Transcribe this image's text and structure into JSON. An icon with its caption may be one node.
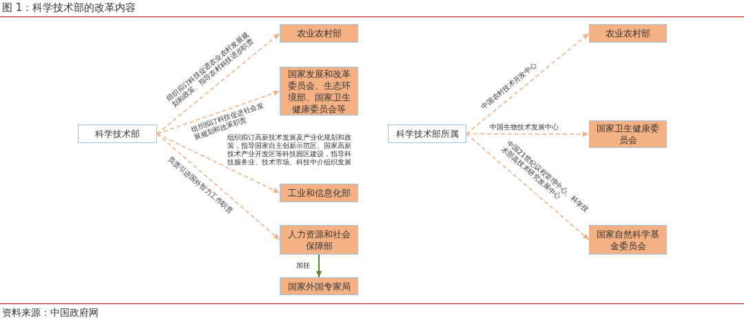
{
  "diagram": {
    "title": "图 1：科学技术部的改革内容",
    "caption": "资料来源：中国政府网",
    "nodes": [
      {
        "text": [
          "科学技术部"
        ]
      },
      {
        "text": [
          "农业农村部"
        ]
      },
      {
        "text": [
          "国家发展和改革委员会、生态环境部、国家卫生健康委员会等"
        ]
      },
      {
        "text": [
          "工业和信息化部"
        ]
      },
      {
        "text": [
          "人力资源和社会保障部"
        ]
      },
      {
        "text": [
          "国家外国专家局"
        ]
      },
      {
        "text": [
          "科学技术部所属"
        ]
      },
      {
        "text": [
          "农业农村部"
        ]
      },
      {
        "text": [
          "国家卫生健康委员会"
        ]
      },
      {
        "text": [
          "国家自然科学基金委员会"
        ]
      }
    ],
    "edges": [
      {
        "from": 0,
        "to": 1,
        "arrow": "to",
        "label": "组织拟订科技促进农业农村发展规划和政策、指导农村科技进步职责",
        "style": "dashed"
      },
      {
        "from": 0,
        "to": 2,
        "arrow": "to",
        "label": "组织拟订科技促进社会发展规划和政策职责",
        "style": "dashed"
      },
      {
        "from": 0,
        "to": 3,
        "arrow": "to",
        "label": "组织拟订高新技术发展及产业化规划和政策，指导国家自主创新示范区、国家高新技术产业开发区等科技园区建设，指导科技服务业、技术市场、科技中介组织发展",
        "style": "dashed"
      },
      {
        "from": 0,
        "to": 4,
        "arrow": "to",
        "label": "负责引进国外智力工作职责",
        "style": "dashed"
      },
      {
        "from": 4,
        "to": 5,
        "arrow": "to",
        "label": "加挂",
        "color": "#548235"
      },
      {
        "from": 6,
        "to": 7,
        "arrow": "to",
        "label": "中国农村技术开发中心",
        "style": "dashed"
      },
      {
        "from": 6,
        "to": 8,
        "arrow": "to",
        "label": "中国生物技术发展中心",
        "style": "dashed"
      },
      {
        "from": 6,
        "to": 9,
        "arrow": "to",
        "label": "中国21世纪议程管理中心、科学技术部高技术研究发展中心",
        "style": "dashed"
      }
    ]
  }
}
